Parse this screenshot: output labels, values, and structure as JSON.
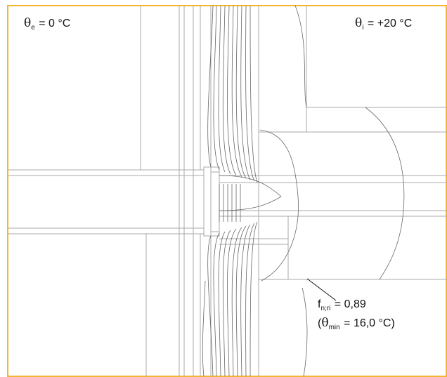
{
  "labels": {
    "exterior": {
      "symbol": "θ",
      "sub": "e",
      "text": " =  0 °C"
    },
    "interior": {
      "symbol": "θ",
      "sub": "i",
      "text": " =  +20 °C"
    },
    "frsi": {
      "symbol": "f",
      "sub": "n;ri",
      "text": " = 0,89"
    },
    "theta_min": {
      "open": "(",
      "symbol": "θ",
      "sub": "min",
      "text": " = 16,0 °C)"
    }
  },
  "colors": {
    "border": "#f2b632",
    "lines": "#9a9a9a",
    "isotherm": "#555555",
    "text": "#111111"
  }
}
